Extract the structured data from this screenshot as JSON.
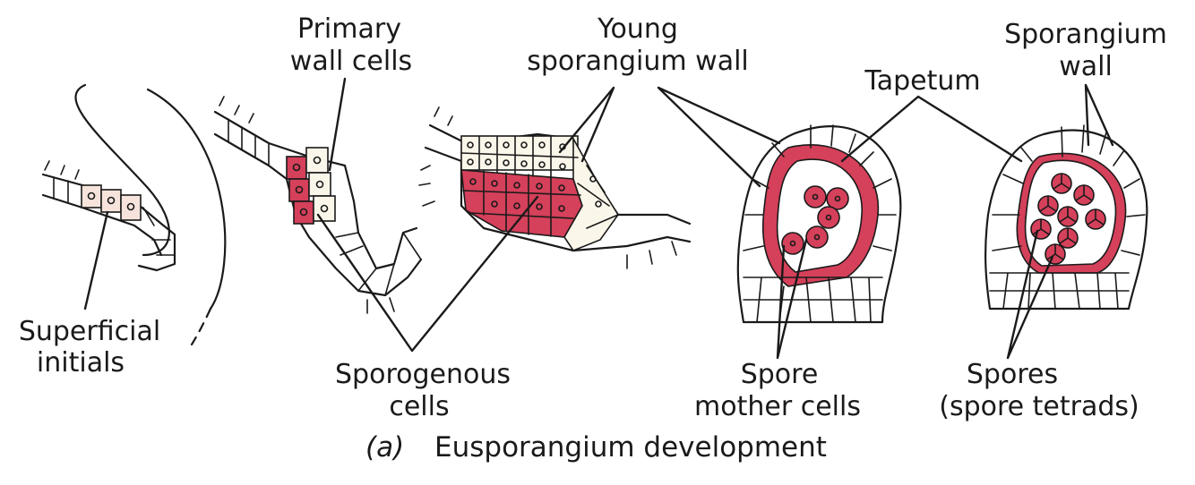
{
  "colors": {
    "sporogenous": "#d5405a",
    "initial": "#f6e4dc",
    "wall_cell": "#fbf6ea",
    "outline": "#1a1a1a",
    "background": "#ffffff"
  },
  "labels": {
    "superficial_initials": [
      "Superficial",
      "initials"
    ],
    "primary_wall_cells": [
      "Primary",
      "wall cells"
    ],
    "young_sporangium_wall": [
      "Young",
      "sporangium wall"
    ],
    "tapetum": "Tapetum",
    "sporangium_wall": [
      "Sporangium",
      "wall"
    ],
    "sporogenous_cells": [
      "Sporogenous",
      "cells"
    ],
    "spore_mother_cells": [
      "Spore",
      "mother cells"
    ],
    "spores": [
      "Spores",
      "(spore tetrads)"
    ]
  },
  "caption": {
    "marker": "(a)",
    "text": "Eusporangium development"
  }
}
